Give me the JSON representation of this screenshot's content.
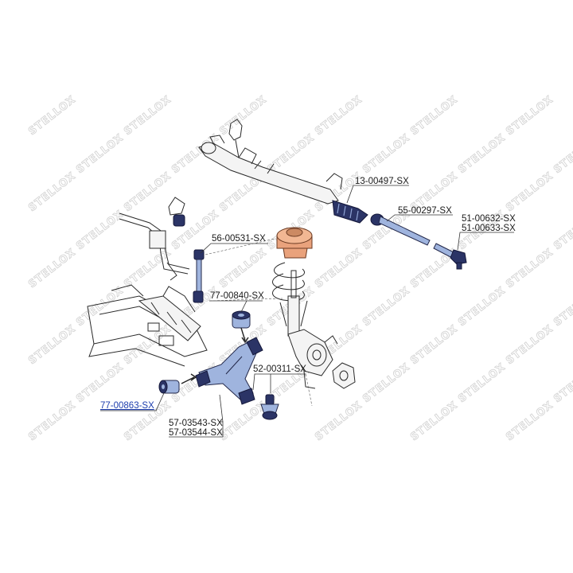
{
  "watermark": {
    "text": "STELLOX"
  },
  "part_labels": [
    {
      "id": "rack",
      "text": "13-00497-SX"
    },
    {
      "id": "tie_rod",
      "text": "55-00297-SX"
    },
    {
      "id": "tie_end_l",
      "text": "51-00632-SX"
    },
    {
      "id": "tie_end_r",
      "text": "51-00633-SX"
    },
    {
      "id": "link",
      "text": "56-00531-SX"
    },
    {
      "id": "bush_upper",
      "text": "77-00840-SX"
    },
    {
      "id": "ball_joint",
      "text": "52-00311-SX"
    },
    {
      "id": "bush_lower",
      "text": "77-00863-SX"
    },
    {
      "id": "arm_l",
      "text": "57-03543-SX"
    },
    {
      "id": "arm_r",
      "text": "57-03544-SX"
    }
  ],
  "colors": {
    "highlight": "#9fb4de",
    "highlight_dark": "#2b3466",
    "link_text": "#1f3fae"
  }
}
